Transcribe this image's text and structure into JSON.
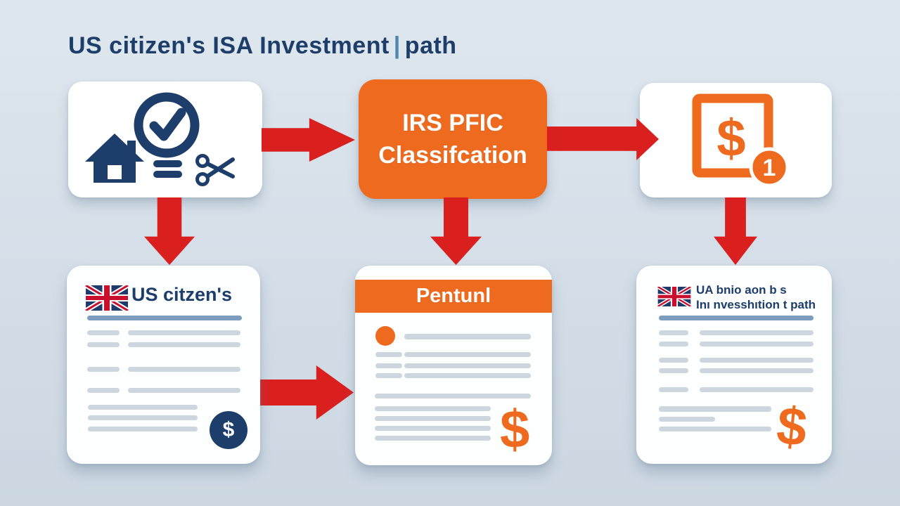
{
  "header": {
    "title_main": "US citizen's ISA Investment",
    "title_pipe": "|",
    "title_suffix": "path"
  },
  "flow": {
    "source_box": {
      "icons": [
        "house-icon",
        "check-badge-icon",
        "scissors-icon"
      ]
    },
    "classification_box": {
      "line1": "IRS PFIC",
      "line2": "Classifcation"
    },
    "tax_box": {
      "icon": "dollar-square-icon",
      "dollar": "$",
      "badge": "1"
    }
  },
  "cards": {
    "us_citizens": {
      "flag": "uk-flag-icon",
      "title": "US citzen's",
      "dollar": "$"
    },
    "pentunl": {
      "header": "Pentunl",
      "bullet": "orange-dot",
      "dollar": "$"
    },
    "investment_path": {
      "flag": "uk-flag-icon",
      "title_line1": "UA bnio aon b s",
      "title_line2": "Inı nvesshıtion t path",
      "dollar": "$"
    }
  },
  "colors": {
    "background": "#d4dee8",
    "navy": "#1d3d6a",
    "orange": "#ee6a1e",
    "red": "#da1f1f",
    "steel_bar": "#7d9dbf",
    "gray_bar": "#cdd6de",
    "flag_red": "#c8102e"
  }
}
